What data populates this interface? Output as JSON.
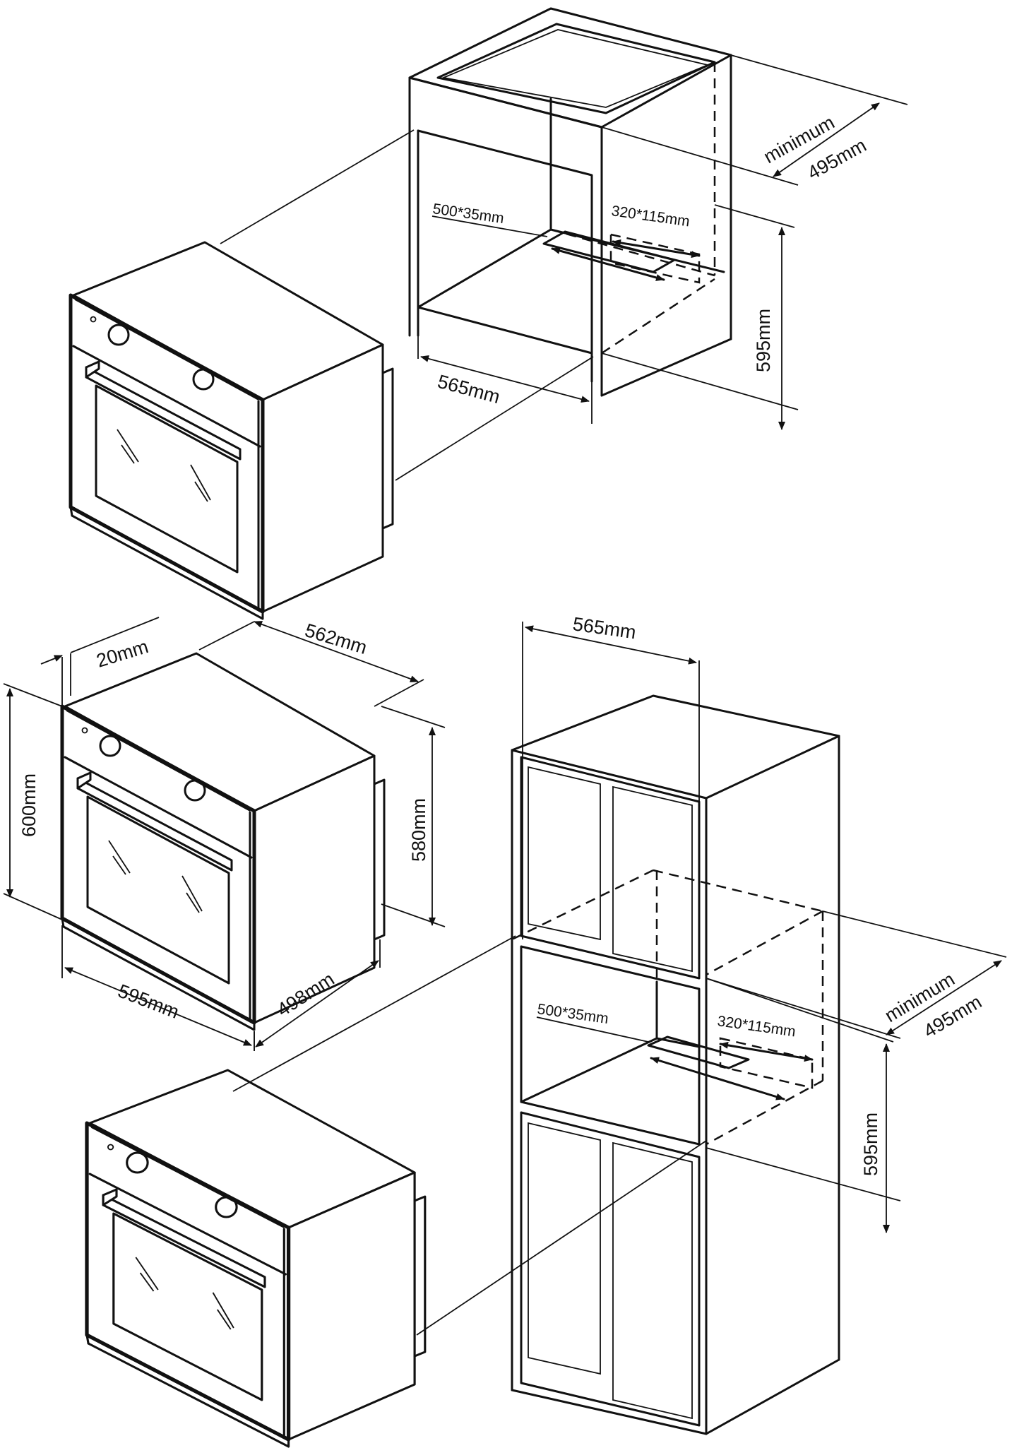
{
  "top": {
    "cabinet_depth_min_label": "minimum",
    "cabinet_depth_value": "495mm",
    "cutout_large": "500*35mm",
    "cutout_small": "320*115mm",
    "cabinet_height": "595mm",
    "cabinet_width": "565mm"
  },
  "middle": {
    "oven_offset": "20mm",
    "oven_depth": "562mm",
    "oven_height": "600mm",
    "oven_body_height": "580mm",
    "oven_width": "595mm",
    "oven_side_depth": "498mm"
  },
  "bottom": {
    "column_width": "565mm",
    "cabinet_depth_min_label": "minimum",
    "cabinet_depth_value": "495mm",
    "cutout_large": "500*35mm",
    "cutout_small": "320*115mm",
    "cabinet_height": "595mm"
  }
}
